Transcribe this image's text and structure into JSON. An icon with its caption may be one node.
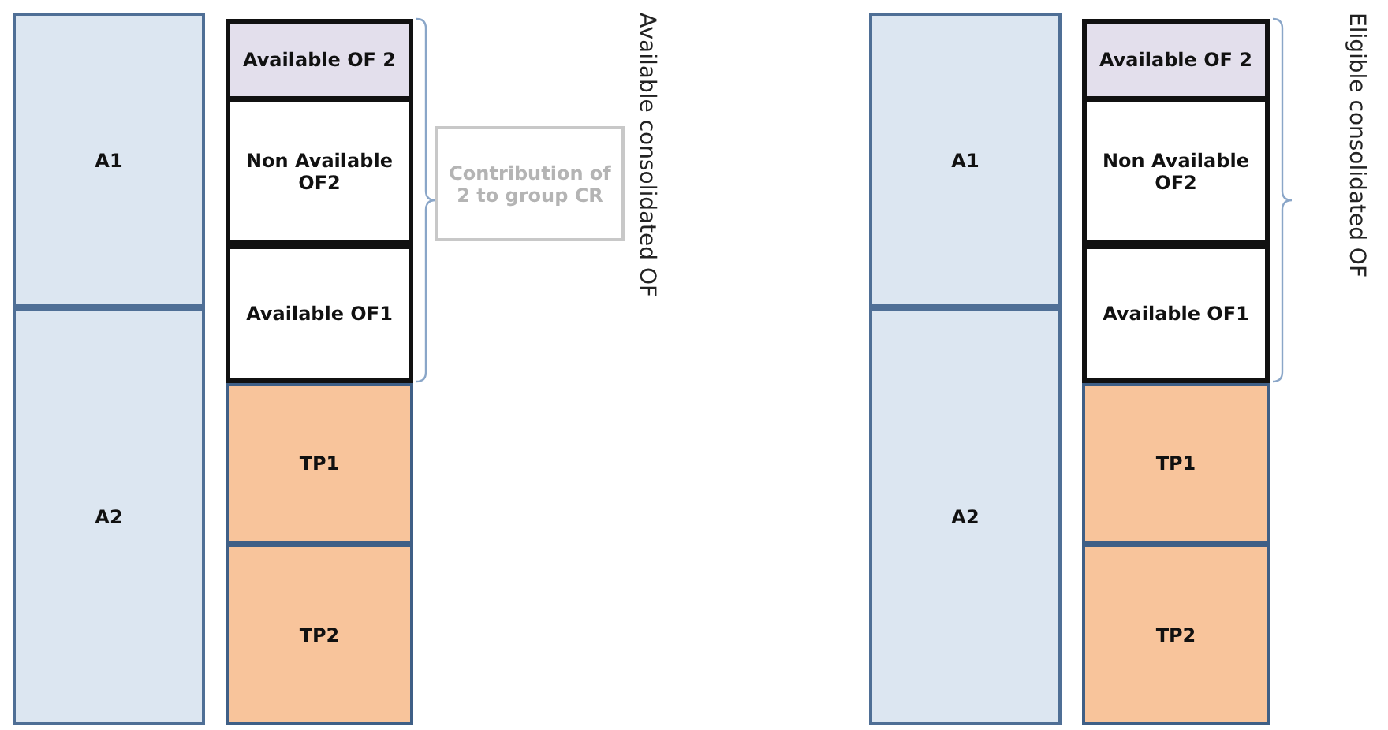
{
  "diagram": {
    "nodes": [
      {
        "text": [
          "A1"
        ]
      },
      {
        "text": [
          "A2"
        ]
      },
      {
        "text": [
          "Available OF 2"
        ]
      },
      {
        "text": [
          "Non Available OF2"
        ]
      },
      {
        "text": [
          "Available OF1"
        ]
      },
      {
        "text": [
          "TP1"
        ]
      },
      {
        "text": [
          "TP2"
        ]
      },
      {
        "text": [
          "Contribution of 2 to group CR"
        ]
      },
      {
        "text": [
          "A1"
        ]
      },
      {
        "text": [
          "A2"
        ]
      },
      {
        "text": [
          "Available OF 2"
        ]
      },
      {
        "text": [
          "Non Available OF2"
        ]
      },
      {
        "text": [
          "Available OF1"
        ]
      },
      {
        "text": [
          "TP1"
        ]
      },
      {
        "text": [
          "TP2"
        ]
      }
    ],
    "edges": [],
    "labels": [
      "Available consolidated OF",
      "Eligible consolidated OF"
    ]
  }
}
